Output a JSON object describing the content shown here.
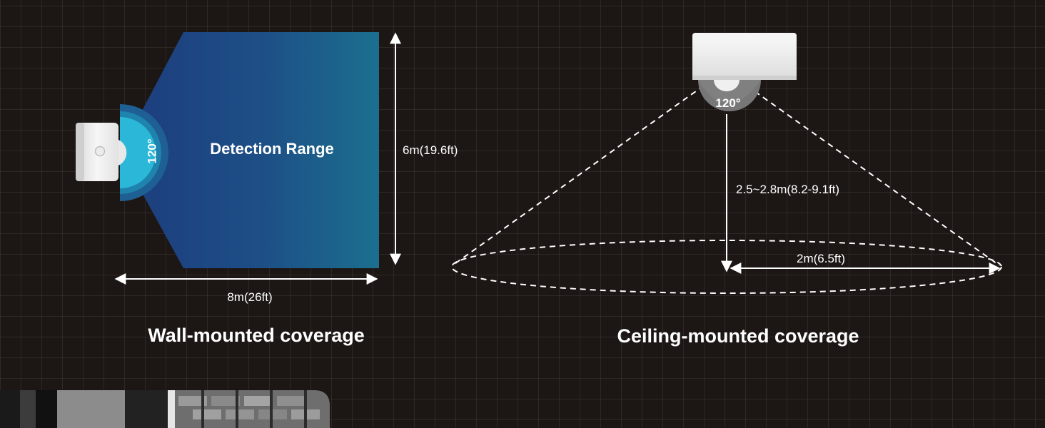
{
  "wall": {
    "angle_label": "120°",
    "range_label": "Detection Range",
    "height_label": "6m(19.6ft)",
    "width_label": "8m(26ft)",
    "caption": "Wall-mounted coverage"
  },
  "ceiling": {
    "angle_label": "120°",
    "height_label": "2.5~2.8m(8.2-9.1ft)",
    "radius_label": "2m(6.5ft)",
    "caption": "Ceiling-mounted coverage"
  },
  "colors": {
    "background": "#1c1614",
    "cone_dark": "#1b3a7a",
    "cone_teal": "#1f7fa0",
    "sensor_ring": "#2bb5d6",
    "line": "#ffffff"
  },
  "icons": [
    "motion-sensor-icon",
    "ceiling-sensor-icon"
  ]
}
